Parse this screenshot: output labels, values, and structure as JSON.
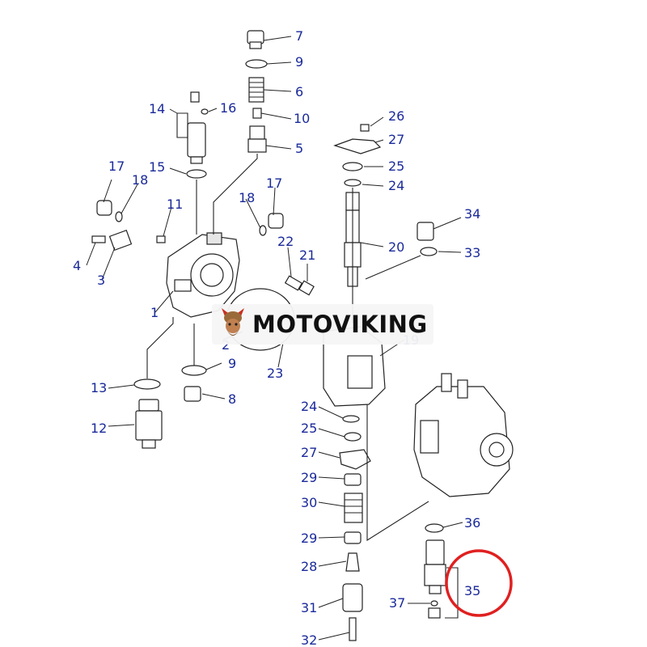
{
  "watermark": {
    "brand": "MOTOVIKING"
  },
  "callouts": {
    "c1": "1",
    "c2": "2",
    "c3": "3",
    "c4": "4",
    "c5": "5",
    "c6": "6",
    "c7": "7",
    "c8": "8",
    "c9a": "9",
    "c9b": "9",
    "c10": "10",
    "c11": "11",
    "c12": "12",
    "c13": "13",
    "c14": "14",
    "c15": "15",
    "c16": "16",
    "c17a": "17",
    "c17b": "17",
    "c18a": "18",
    "c18b": "18",
    "c19": "19",
    "c20": "20",
    "c21": "21",
    "c22": "22",
    "c23": "23",
    "c24a": "24",
    "c24b": "24",
    "c25a": "25",
    "c25b": "25",
    "c26": "26",
    "c27a": "27",
    "c27b": "27",
    "c28": "28",
    "c29a": "29",
    "c29b": "29",
    "c30": "30",
    "c31": "31",
    "c32": "32",
    "c33": "33",
    "c34": "34",
    "c35": "35",
    "c36": "36",
    "c37": "37"
  },
  "colors": {
    "callout": "#1a2a9a",
    "highlight_circle": "#e02020",
    "line": "#222222"
  },
  "highlight": {
    "target": "35"
  }
}
